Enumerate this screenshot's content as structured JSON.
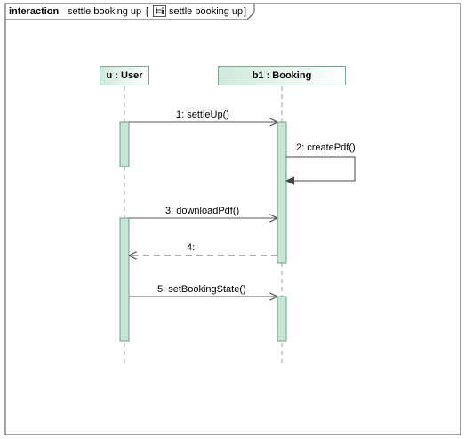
{
  "frame": {
    "keyword": "interaction",
    "name": "settle booking up",
    "open_bracket": "[",
    "reference": "settle booking up",
    "close_bracket": "]",
    "icon": "interaction-diagram-icon"
  },
  "lifelines": [
    {
      "id": "user",
      "label": "u : User"
    },
    {
      "id": "booking",
      "label": "b1 : Booking"
    }
  ],
  "messages": [
    {
      "n": 1,
      "label": "1:  settleUp()",
      "from": "user",
      "to": "booking",
      "kind": "sync"
    },
    {
      "n": 2,
      "label": "2:  createPdf()",
      "from": "booking",
      "to": "booking",
      "kind": "self"
    },
    {
      "n": 3,
      "label": "3:  downloadPdf()",
      "from": "user",
      "to": "booking",
      "kind": "sync"
    },
    {
      "n": 4,
      "label": "4:",
      "from": "booking",
      "to": "user",
      "kind": "return"
    },
    {
      "n": 5,
      "label": "5:  setBookingState()",
      "from": "user",
      "to": "booking",
      "kind": "sync"
    }
  ],
  "colors": {
    "activation_fill": "#c7e6d6",
    "activation_stroke": "#6a9e84",
    "head_border": "#7aa58e",
    "lifeline": "#8aa89a",
    "arrow": "#555555",
    "frame": "#444444"
  }
}
